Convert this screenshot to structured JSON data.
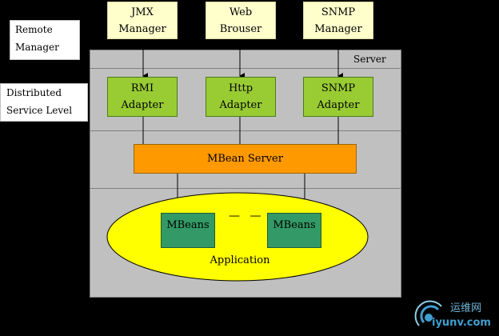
{
  "remote_manager_label": {
    "line1": "Remote",
    "line2": "Manager"
  },
  "distributed_label": {
    "line1": "Distributed",
    "line2": "Service Level"
  },
  "managers": [
    {
      "line1": "JMX",
      "line2": "Manager"
    },
    {
      "line1": "Web",
      "line2": "Brouser"
    },
    {
      "line1": "SNMP",
      "line2": "Manager"
    }
  ],
  "server_label": "Server",
  "adapters": [
    {
      "line1": "RMI",
      "line2": "Adapter"
    },
    {
      "line1": "Http",
      "line2": "Adapter"
    },
    {
      "line1": "SNMP",
      "line2": "Adapter"
    }
  ],
  "mbean_server_label": "MBean Server",
  "mbeans": [
    "MBeans",
    "MBeans"
  ],
  "mbean_separator": "— —",
  "application_label": "Application",
  "watermark": {
    "cn": "运维网",
    "url": "iyunv.com"
  },
  "colors": {
    "manager_fill": "#ffffcc",
    "adapter_fill": "#99cc33",
    "mbean_server_fill": "#ff9900",
    "application_fill": "#ffff00",
    "mbean_fill": "#339966",
    "server_fill": "#c0c0c0"
  }
}
